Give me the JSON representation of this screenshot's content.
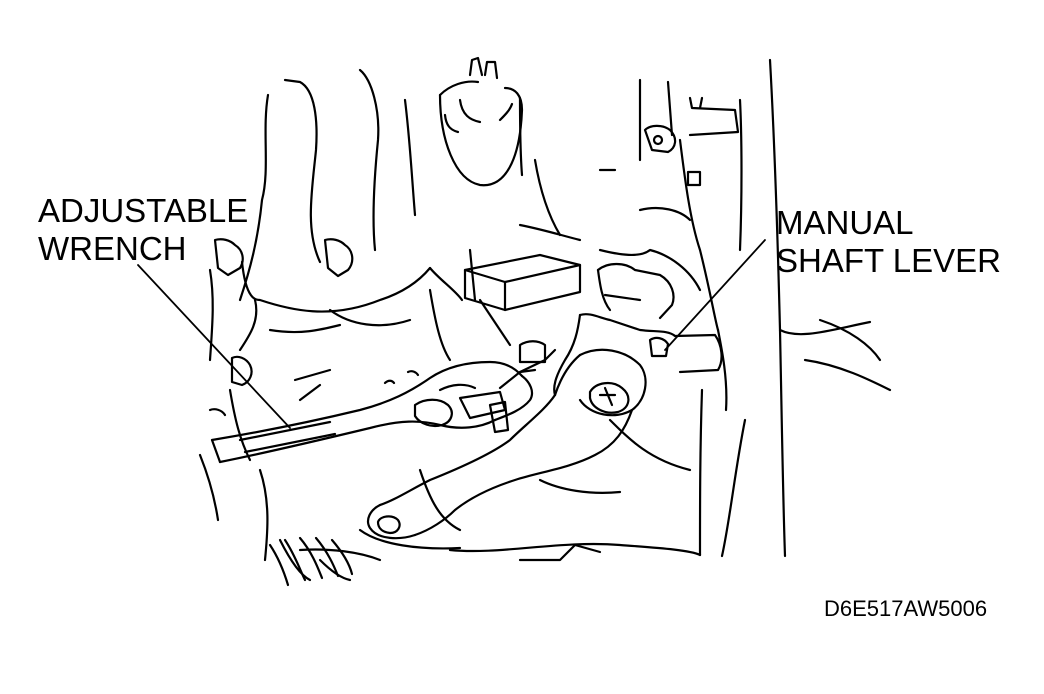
{
  "labels": {
    "adjustable_wrench": {
      "line1": "ADJUSTABLE",
      "line2": "WRENCH"
    },
    "manual_shaft_lever": {
      "line1": "MANUAL",
      "line2": "SHAFT LEVER"
    }
  },
  "figure_code": "D6E517AW5006",
  "colors": {
    "ink": "#000000",
    "paper": "#ffffff"
  }
}
